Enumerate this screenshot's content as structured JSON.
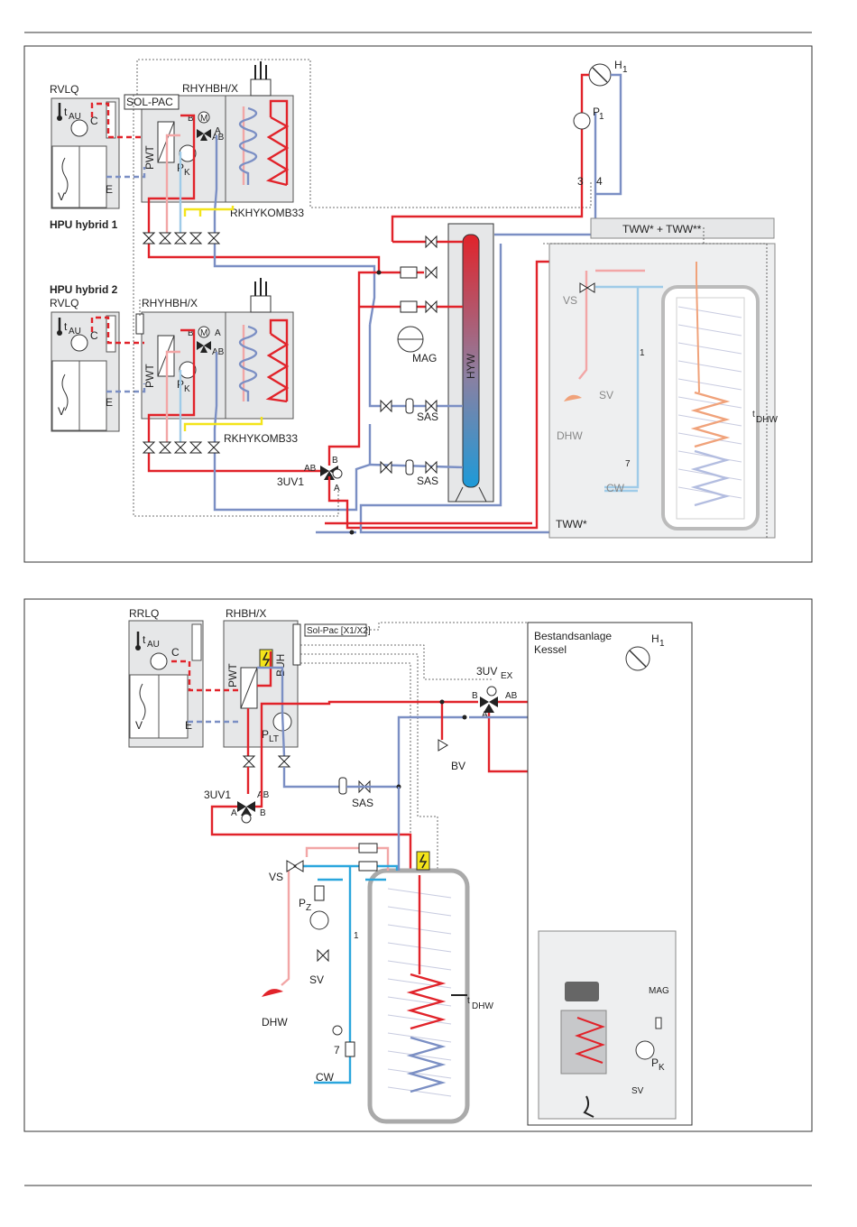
{
  "diagram1": {
    "units": {
      "outdoor1": "RVLQ",
      "outdoor2": "RVLQ",
      "hpu1": "HPU hybrid 1",
      "hpu2": "HPU hybrid 2",
      "solpac": "SOL-PAC",
      "indoor1": "RHYHBH/X",
      "indoor2": "RHYHBH/X",
      "kit1": "RKHYKOMB33",
      "kit2": "RKHYKOMB33",
      "tank": "HYW",
      "mag": "MAG",
      "sas1": "SAS",
      "sas2": "SAS",
      "valve3uv": "3UV1",
      "heating": "H",
      "heating_sub": "1",
      "pump": "P",
      "pump_sub": "1",
      "tww_box": "TWW* + TWW**",
      "tww": "TWW*",
      "vs": "VS",
      "sv": "SV",
      "dhw": "DHW",
      "cw": "CW",
      "num3": "3",
      "num4": "4",
      "num7": "7",
      "num1": "1",
      "tdhw": "t",
      "tdhw_sub": "DHW"
    },
    "component_labels": {
      "tau": "t",
      "tau_sub": "AU",
      "c": "C",
      "v": "V",
      "e": "E",
      "pwt": "PWT",
      "pk": "P",
      "pk_sub": "K",
      "m": "M",
      "a": "A",
      "b": "B",
      "ab": "AB"
    }
  },
  "diagram2": {
    "units": {
      "outdoor": "RRLQ",
      "indoor": "RHBH/X",
      "solpac": "Sol-Pac [X1/X2]",
      "existing": "Bestandsanlage",
      "existing2": "Kessel",
      "heating": "H",
      "heating_sub": "1",
      "valve_ex": "3UV",
      "valve_ex_sub": "EX",
      "valve3uv": "3UV1",
      "bv1": "BV",
      "bv2": "BV",
      "sas": "SAS",
      "vs": "VS",
      "pz": "P",
      "pz_sub": "Z",
      "sv1": "SV",
      "sv2": "SV",
      "dhw": "DHW",
      "cw": "CW",
      "mag": "MAG",
      "pk": "P",
      "pk_sub": "K",
      "plt": "P",
      "plt_sub": "LT",
      "pwt": "PWT",
      "buh": "BUH",
      "num7": "7",
      "num1": "1",
      "tdhw": "t",
      "tdhw_sub": "DHW"
    }
  },
  "colors": {
    "supply": "#e1232a",
    "return": "#7b8fc4",
    "cold_water": "#2aa6dd",
    "hot_water": "#f2a6a6",
    "signal": "#f3e41a",
    "panel": "#e6e7e8"
  }
}
